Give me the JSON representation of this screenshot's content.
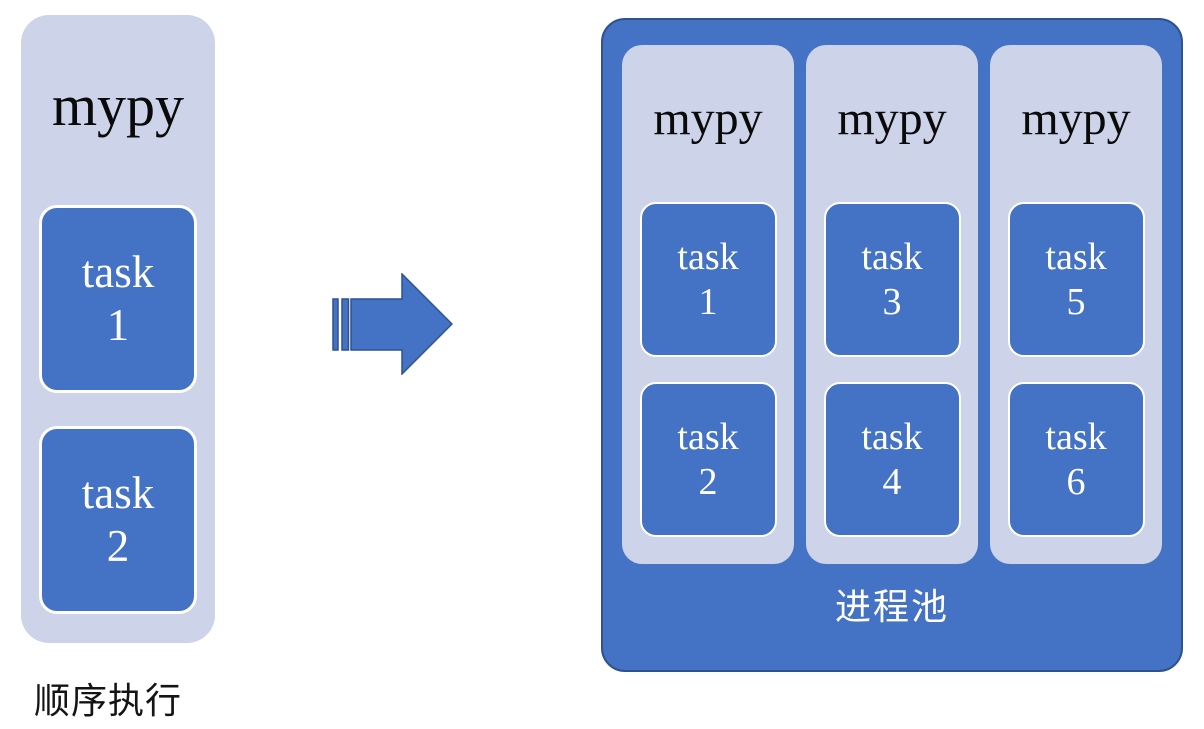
{
  "colors": {
    "blue": "#4472C4",
    "blue_border": "#2F528F",
    "light": "#CDD3E8",
    "white": "#FFFFFF",
    "text_dark": "#0A0A0A"
  },
  "left_group": {
    "title": "mypy",
    "tasks": [
      {
        "word": "task",
        "num": "1"
      },
      {
        "word": "task",
        "num": "2"
      }
    ],
    "caption": "顺序执行"
  },
  "arrow": {
    "name": "striped-right-arrow"
  },
  "right_group": {
    "caption": "进程池",
    "processes": [
      {
        "title": "mypy",
        "tasks": [
          {
            "word": "task",
            "num": "1"
          },
          {
            "word": "task",
            "num": "2"
          }
        ]
      },
      {
        "title": "mypy",
        "tasks": [
          {
            "word": "task",
            "num": "3"
          },
          {
            "word": "task",
            "num": "4"
          }
        ]
      },
      {
        "title": "mypy",
        "tasks": [
          {
            "word": "task",
            "num": "5"
          },
          {
            "word": "task",
            "num": "6"
          }
        ]
      }
    ]
  }
}
